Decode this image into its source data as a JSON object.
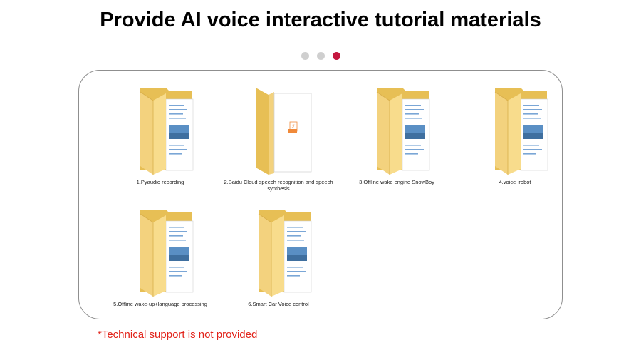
{
  "title": "Provide AI voice interactive tutorial materials",
  "carousel": {
    "active_index": 2,
    "dot_count": 3,
    "accent_color": "#c4173f"
  },
  "items": [
    {
      "label": "1.Pyaudio recording",
      "icon": "folder-icon"
    },
    {
      "label": "2.Baidu Cloud speech recognition and speech synthesis",
      "icon": "pdf-document-icon"
    },
    {
      "label": "3.Offline wake engine SnowBoy",
      "icon": "folder-icon"
    },
    {
      "label": "4.voice_robot",
      "icon": "folder-icon"
    },
    {
      "label": "5.Offline wake-up+language processing",
      "icon": "folder-icon"
    },
    {
      "label": "6.Smart Car Voice control",
      "icon": "folder-icon"
    }
  ],
  "note": "*Technical support is not provided",
  "note_color": "#e2231a"
}
